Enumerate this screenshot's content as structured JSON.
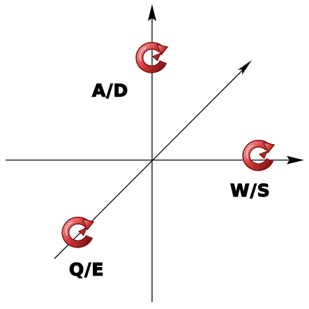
{
  "axes": [
    {
      "id": "vertical",
      "direction": "up"
    },
    {
      "id": "horizontal",
      "direction": "right"
    },
    {
      "id": "diagonal",
      "direction": "up-right"
    }
  ],
  "rotation_controls": [
    {
      "id": "vertical",
      "label": "A/D",
      "icon": "rotation-arrow-icon"
    },
    {
      "id": "horizontal",
      "label": "W/S",
      "icon": "rotation-arrow-icon"
    },
    {
      "id": "diagonal",
      "label": "Q/E",
      "icon": "rotation-arrow-icon"
    }
  ],
  "colors": {
    "axis": "#000000",
    "rotation_icon": "#c62b2b",
    "rotation_icon_dark": "#7a1212",
    "rotation_icon_light": "#f08a8a",
    "label": "#000000",
    "background": "#ffffff"
  }
}
